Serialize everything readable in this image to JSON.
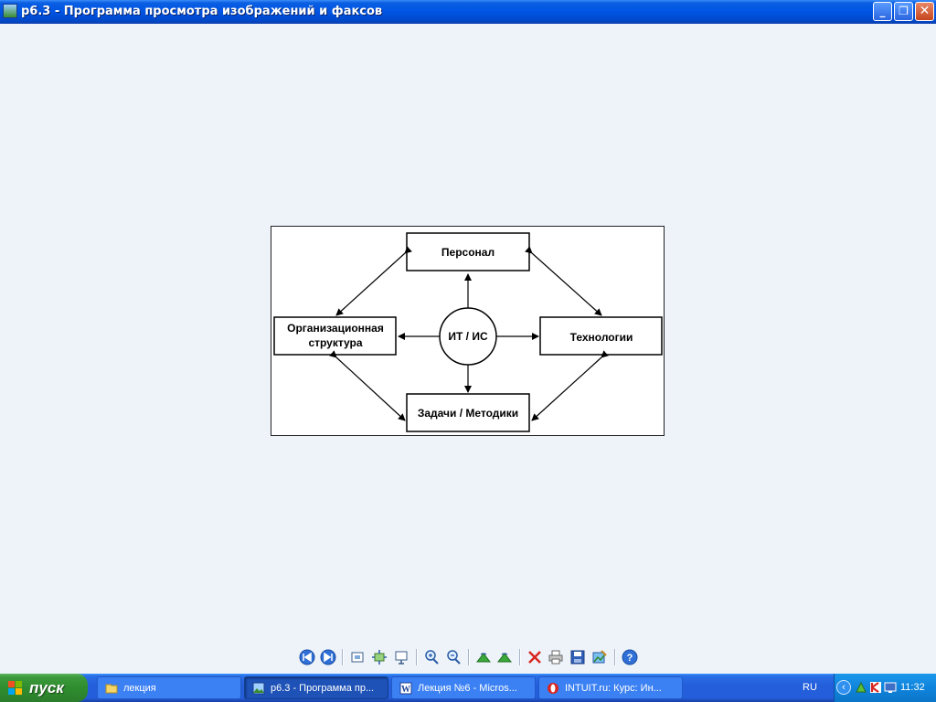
{
  "window": {
    "title": "р6.3 - Программа просмотра изображений и факсов",
    "minimize_label": "_",
    "maximize_label": "❐",
    "close_label": "✕"
  },
  "diagram": {
    "center": "ИТ / ИС",
    "top": "Персонал",
    "left_line1": "Организационная",
    "left_line2": "структура",
    "right": "Технологии",
    "bottom": "Задачи / Методики"
  },
  "toolbar": {
    "icons": [
      "previous-image-icon",
      "next-image-icon",
      "best-fit-icon",
      "actual-size-icon",
      "slideshow-icon",
      "zoom-in-icon",
      "zoom-out-icon",
      "rotate-clockwise-icon",
      "rotate-counterclockwise-icon",
      "delete-icon",
      "print-icon",
      "save-icon",
      "edit-icon",
      "help-icon"
    ]
  },
  "taskbar": {
    "start_label": "пуск",
    "tasks": [
      {
        "label": "лекция",
        "icon": "folder-icon",
        "active": false
      },
      {
        "label": "р6.3 - Программа пр...",
        "icon": "image-viewer-icon",
        "active": true
      },
      {
        "label": "Лекция №6 - Micros...",
        "icon": "word-icon",
        "active": false
      },
      {
        "label": "INTUIT.ru: Курс: Ин...",
        "icon": "opera-icon",
        "active": false
      }
    ],
    "language": "RU",
    "clock": "11:32"
  },
  "colors": {
    "titlebar": "#0054e3",
    "desktop_bg": "#eef3fa",
    "taskbar": "#245edb",
    "start_button": "#3c9a3c",
    "tray": "#0f84dc"
  }
}
